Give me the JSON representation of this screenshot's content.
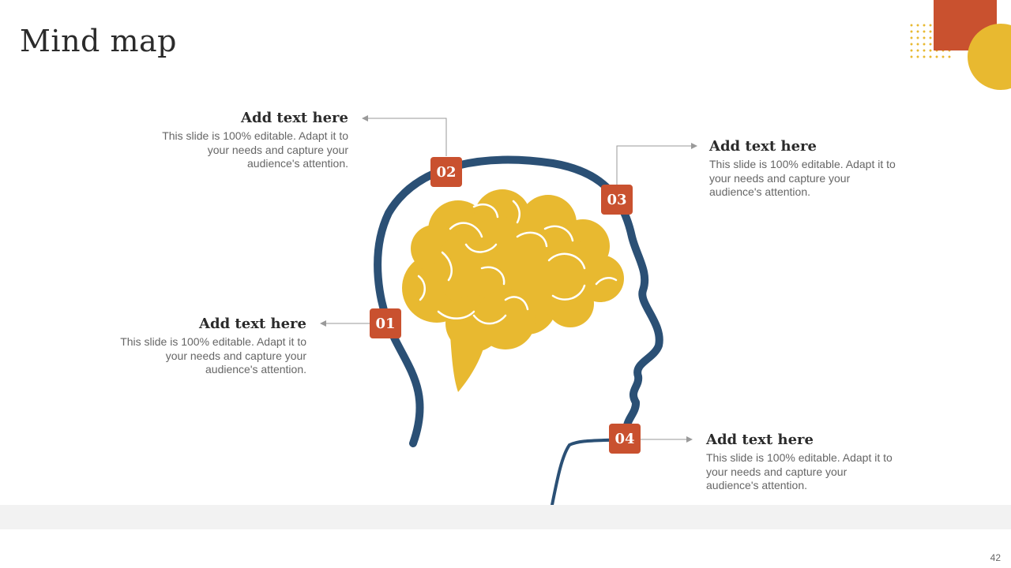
{
  "slide": {
    "title": "Mind map",
    "page_number": "42"
  },
  "colors": {
    "accent_red": "#c9512f",
    "accent_yellow": "#e8b930",
    "head_outline": "#2b5075",
    "text_dark": "#2b2b2b",
    "text_gray": "#666666"
  },
  "nodes": [
    {
      "number": "01",
      "heading": "Add text here",
      "body": "This slide is 100% editable. Adapt it to your needs and capture your audience's attention."
    },
    {
      "number": "02",
      "heading": "Add text here",
      "body": "This slide is 100% editable. Adapt it to your needs and capture your audience's attention."
    },
    {
      "number": "03",
      "heading": "Add text here",
      "body": "This slide is 100% editable. Adapt it to your needs and capture your audience's attention."
    },
    {
      "number": "04",
      "heading": "Add text here",
      "body": "This slide is 100% editable. Adapt it to your needs and capture your audience's attention."
    }
  ],
  "icons": {
    "head": "head-profile-icon",
    "brain": "brain-icon"
  }
}
